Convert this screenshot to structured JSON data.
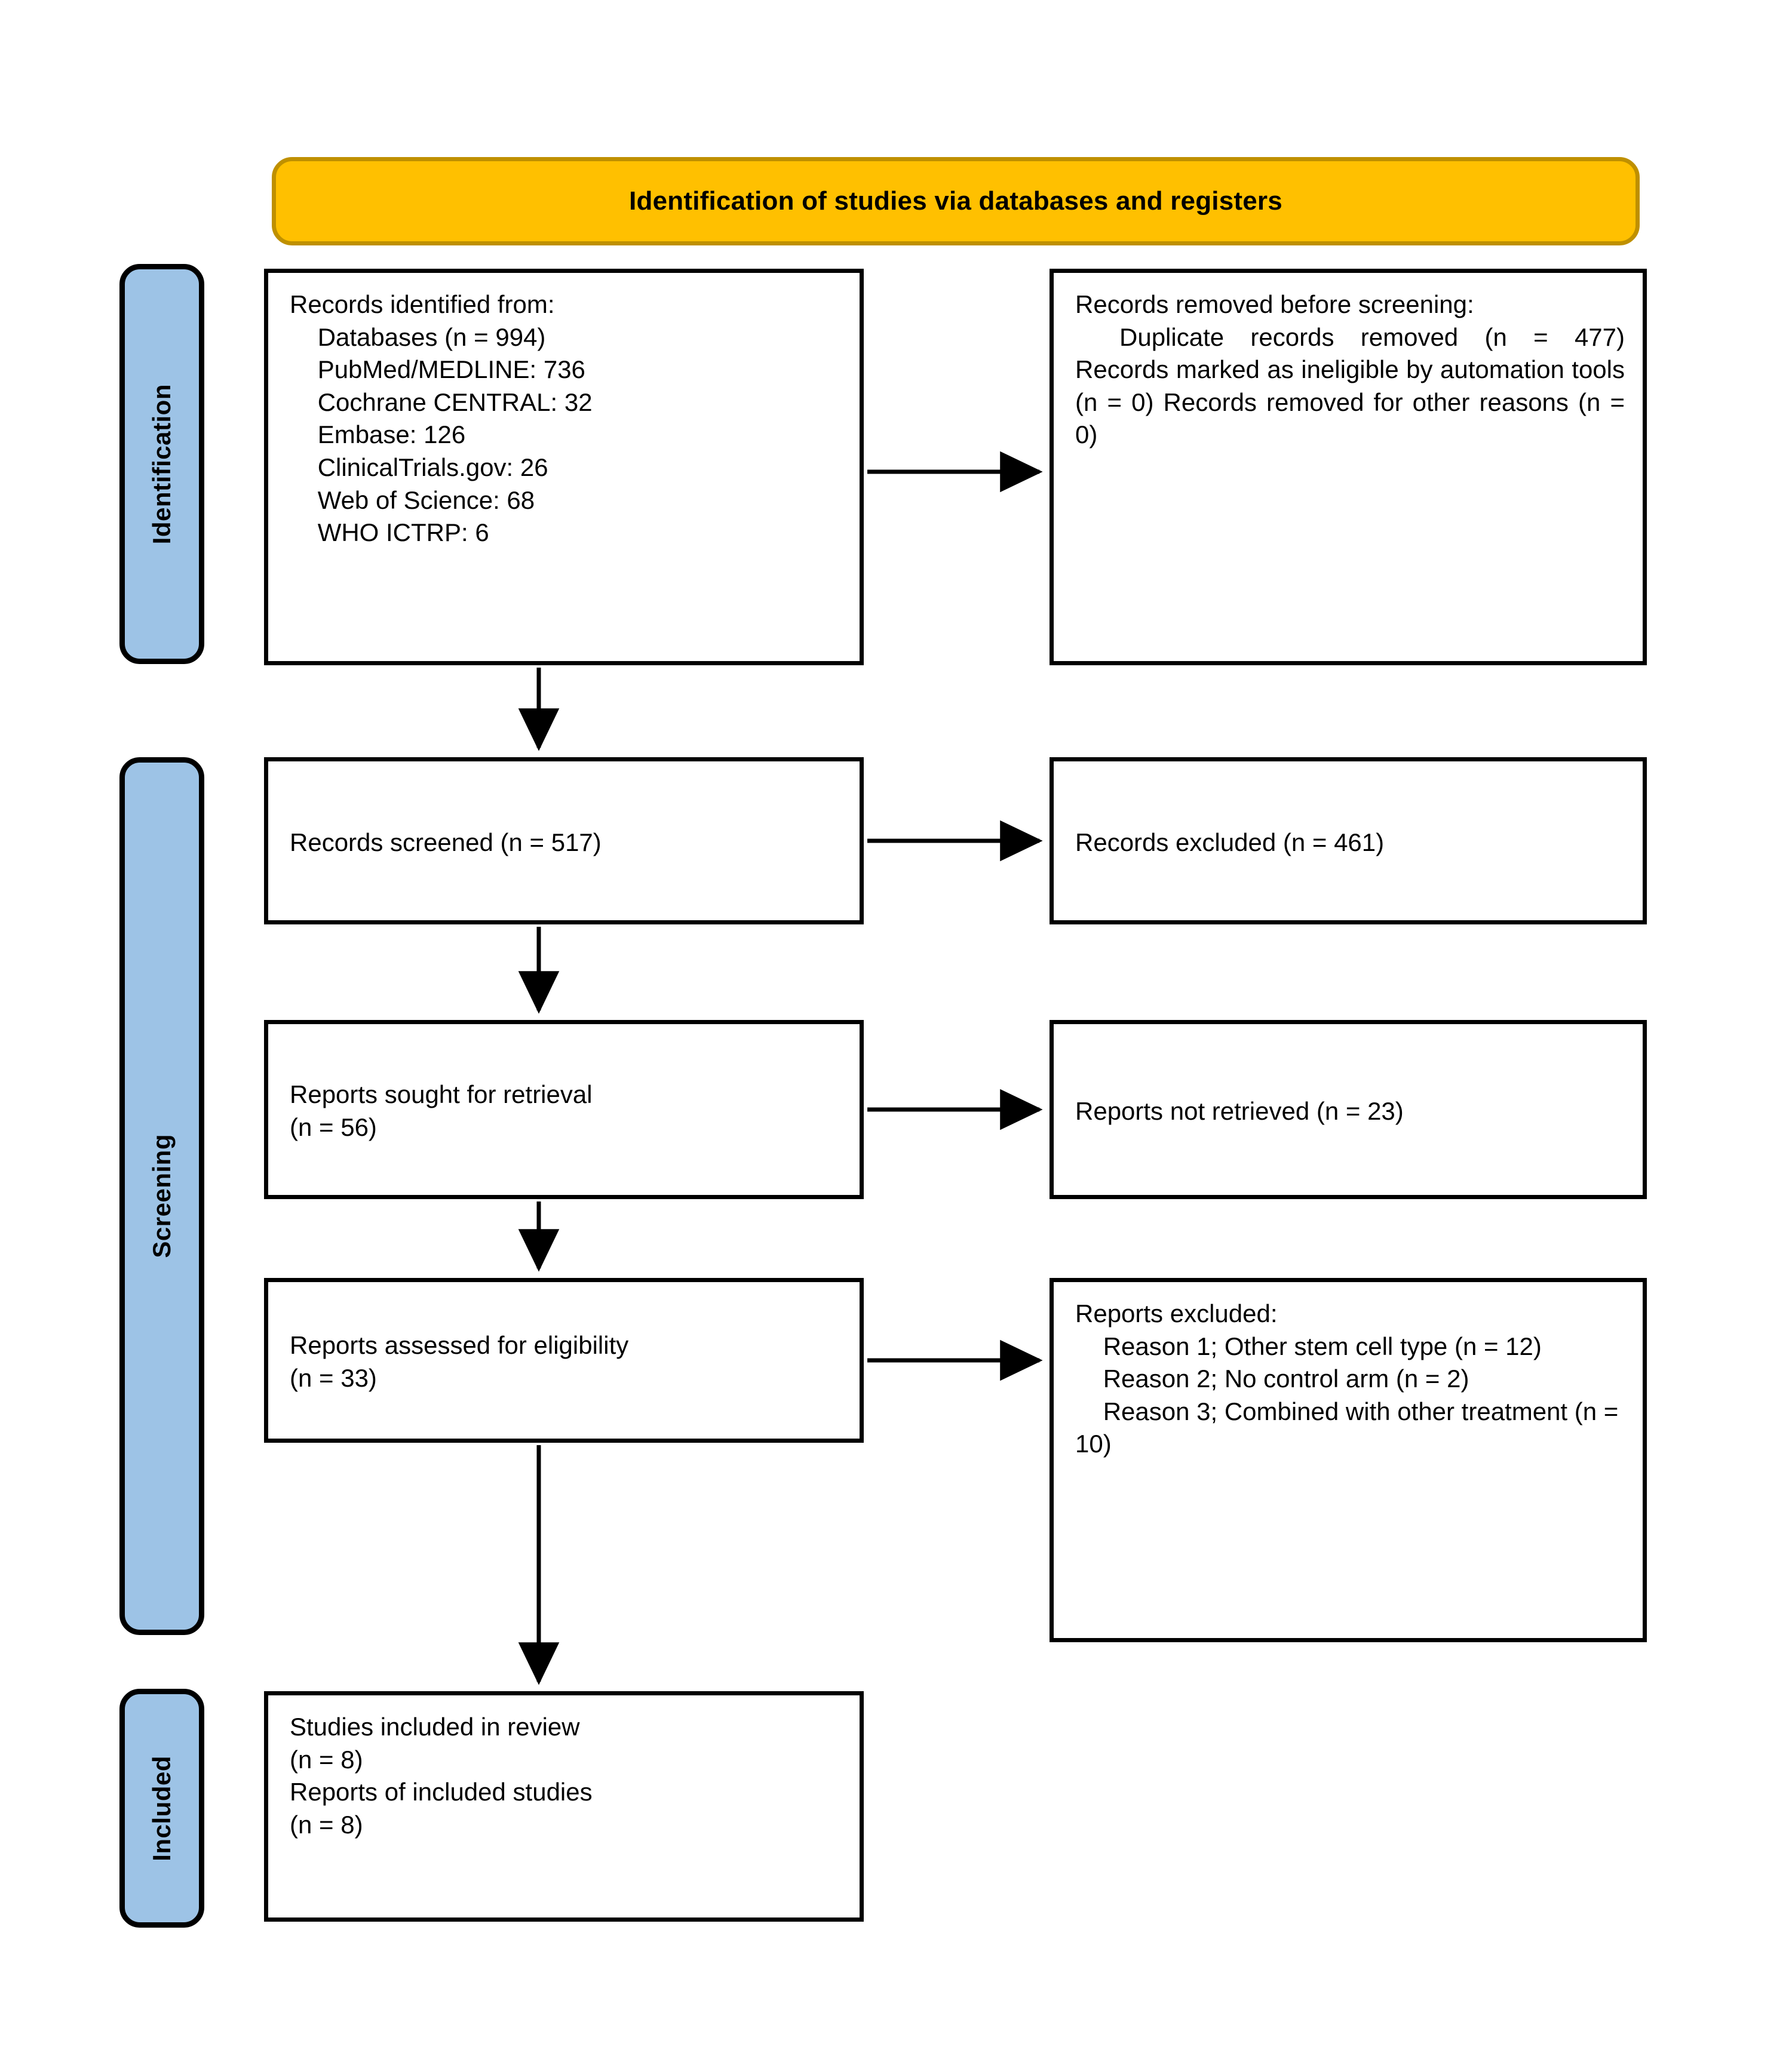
{
  "diagram": {
    "type": "prisma-flow-diagram",
    "header": {
      "title": "Identification of studies via databases and registers",
      "color": "#FFC000"
    },
    "phase_color": "#9DC3E6",
    "phases": [
      {
        "id": "identification",
        "label": "Identification"
      },
      {
        "id": "screening",
        "label": "Screening"
      },
      {
        "id": "included",
        "label": "Included"
      }
    ],
    "boxes": {
      "identified": {
        "text": "Records identified from:\n    Databases (n = 994)\n    PubMed/MEDLINE: 736\n    Cochrane CENTRAL: 32\n    Embase: 126\n    ClinicalTrials.gov: 26\n    Web of Science: 68\n    WHO ICTRP: 6",
        "heading": "Records identified from:",
        "sources": [
          {
            "name": "Databases",
            "value": "(n = 994)"
          },
          {
            "name": "PubMed/MEDLINE",
            "value": "736"
          },
          {
            "name": "Cochrane CENTRAL",
            "value": "32"
          },
          {
            "name": "Embase",
            "value": "126"
          },
          {
            "name": "ClinicalTrials.gov",
            "value": "26"
          },
          {
            "name": "Web of Science",
            "value": "68"
          },
          {
            "name": "WHO ICTRP",
            "value": "6"
          }
        ]
      },
      "removed": {
        "heading": "Records removed before screening:",
        "body": "Duplicate records removed (n = 477) Records marked as ineligible by automation tools (n = 0) Records removed for other reasons (n = 0)",
        "items": [
          {
            "label": "Duplicate records removed",
            "n": "477"
          },
          {
            "label": "Records marked as ineligible by automation tools",
            "n": "0"
          },
          {
            "label": "Records removed for other reasons",
            "n": "0"
          }
        ]
      },
      "screened": {
        "text": "Records screened (n = 517)",
        "n": "517"
      },
      "excluded": {
        "text": "Records excluded (n = 461)",
        "n": "461"
      },
      "sought": {
        "text": "Reports sought for retrieval\n(n = 56)",
        "n": "56"
      },
      "not_retrieved": {
        "text": "Reports not retrieved (n = 23)",
        "n": "23"
      },
      "assessed": {
        "text": "Reports assessed for eligibility\n(n = 33)",
        "n": "33"
      },
      "reports_excluded": {
        "heading": "Reports excluded:",
        "text": "Reports excluded:\n    Reason 1; Other stem cell type (n = 12)\n    Reason 2; No control arm (n = 2)\n    Reason 3; Combined with other treatment (n = 10)",
        "reasons": [
          {
            "label": "Reason 1; Other stem cell type",
            "n": "12"
          },
          {
            "label": "Reason 2; No control arm",
            "n": "2"
          },
          {
            "label": "Reason 3; Combined with other treatment",
            "n": "10"
          }
        ]
      },
      "included": {
        "text": "Studies included in review\n(n = 8)\nReports of included studies\n(n = 8)",
        "studies_n": "8",
        "reports_n": "8"
      }
    }
  }
}
